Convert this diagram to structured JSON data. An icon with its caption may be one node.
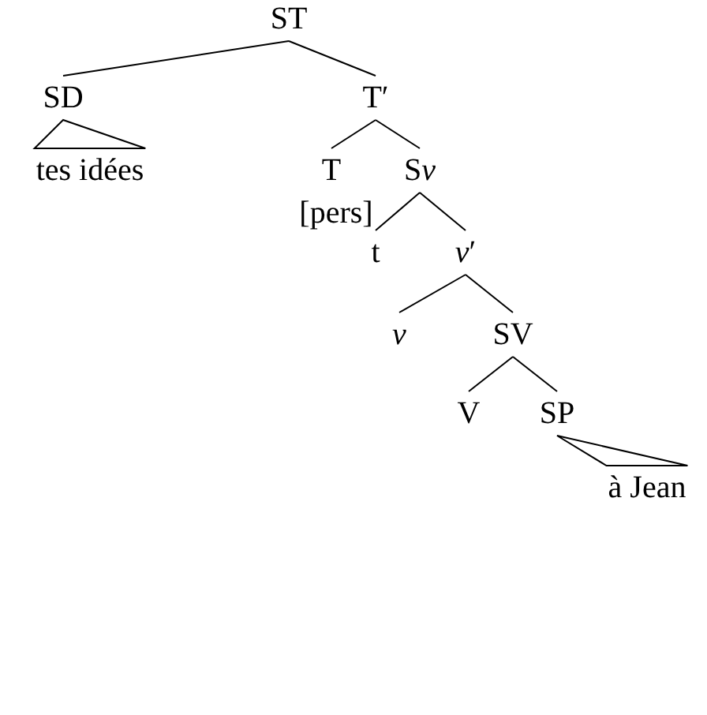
{
  "diagram": {
    "nodes": [
      {
        "text": [
          "ST"
        ]
      },
      {
        "text": [
          "SD"
        ]
      },
      {
        "text": [
          "T′"
        ]
      },
      {
        "text": [
          "tes idées"
        ]
      },
      {
        "text": [
          "T"
        ],
        "beside": [
          "[pers]"
        ]
      },
      {
        "text": [
          "S",
          "*v*"
        ]
      },
      {
        "text": [
          "t"
        ]
      },
      {
        "text": [
          "*v*′"
        ]
      },
      {
        "text": [
          "*v*"
        ]
      },
      {
        "text": [
          "SV"
        ]
      },
      {
        "text": [
          "V"
        ]
      },
      {
        "text": [
          "SP"
        ]
      },
      {
        "text": [
          "à Jean"
        ]
      }
    ],
    "edges": [
      {
        "from": 0,
        "to": 1,
        "arrow": "none"
      },
      {
        "from": 0,
        "to": 2,
        "arrow": "none"
      },
      {
        "from": 1,
        "to": 3,
        "arrow": "none"
      },
      {
        "from": 2,
        "to": 4,
        "arrow": "none"
      },
      {
        "from": 2,
        "to": 5,
        "arrow": "none"
      },
      {
        "from": 5,
        "to": 6,
        "arrow": "none"
      },
      {
        "from": 5,
        "to": 7,
        "arrow": "none"
      },
      {
        "from": 7,
        "to": 8,
        "arrow": "none"
      },
      {
        "from": 7,
        "to": 9,
        "arrow": "none"
      },
      {
        "from": 9,
        "to": 10,
        "arrow": "none"
      },
      {
        "from": 9,
        "to": 11,
        "arrow": "none"
      },
      {
        "from": 11,
        "to": 12,
        "arrow": "none"
      }
    ]
  }
}
